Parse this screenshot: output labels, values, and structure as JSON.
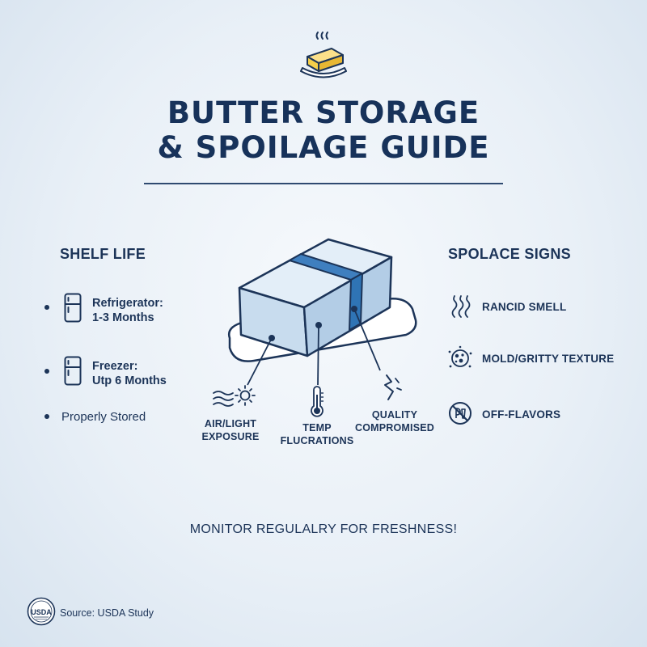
{
  "title": {
    "line1": "BUTTER STORAGE",
    "line2": "& SPOILAGE GUIDE"
  },
  "shelf_life": {
    "heading": "SHELF LIFE",
    "items": [
      {
        "label_line1": "Refrigerator:",
        "label_line2": "1-3 Months",
        "icon": "refrigerator-icon"
      },
      {
        "label_line1": "Freezer:",
        "label_line2": "Utp 6 Months",
        "icon": "freezer-icon"
      }
    ],
    "note": "Properly Stored"
  },
  "center": {
    "captions": [
      {
        "line1": "AIR/LIGHT",
        "line2": "EXPOSURE",
        "icon": "wind-sun-icon"
      },
      {
        "line1": "TEMP",
        "line2": "FLUCRATIONS",
        "icon": "thermometer-icon"
      },
      {
        "line1": "QUALITY",
        "line2": "COMPROMISED",
        "icon": "crack-icon"
      }
    ]
  },
  "spoilage": {
    "heading": "SPOLACE SIGNS",
    "items": [
      {
        "label": "RANCID SMELL",
        "icon": "odor-wavy-icon"
      },
      {
        "label": "MOLD/GRITTY TEXTURE",
        "icon": "mold-icon"
      },
      {
        "label": "OFF-FLAVORS",
        "icon": "no-taste-icon"
      }
    ]
  },
  "footer": "MONITOR REGULALRY FOR FRESHNESS!",
  "source": {
    "label": "Source: USDA Study",
    "logo_text": "USDA"
  },
  "colors": {
    "navy": "#1c3458",
    "butter": "#f5cf4a",
    "ice_face": "#cfe0ef",
    "ice_edge": "#2d4a73",
    "band": "#2f74b5"
  }
}
